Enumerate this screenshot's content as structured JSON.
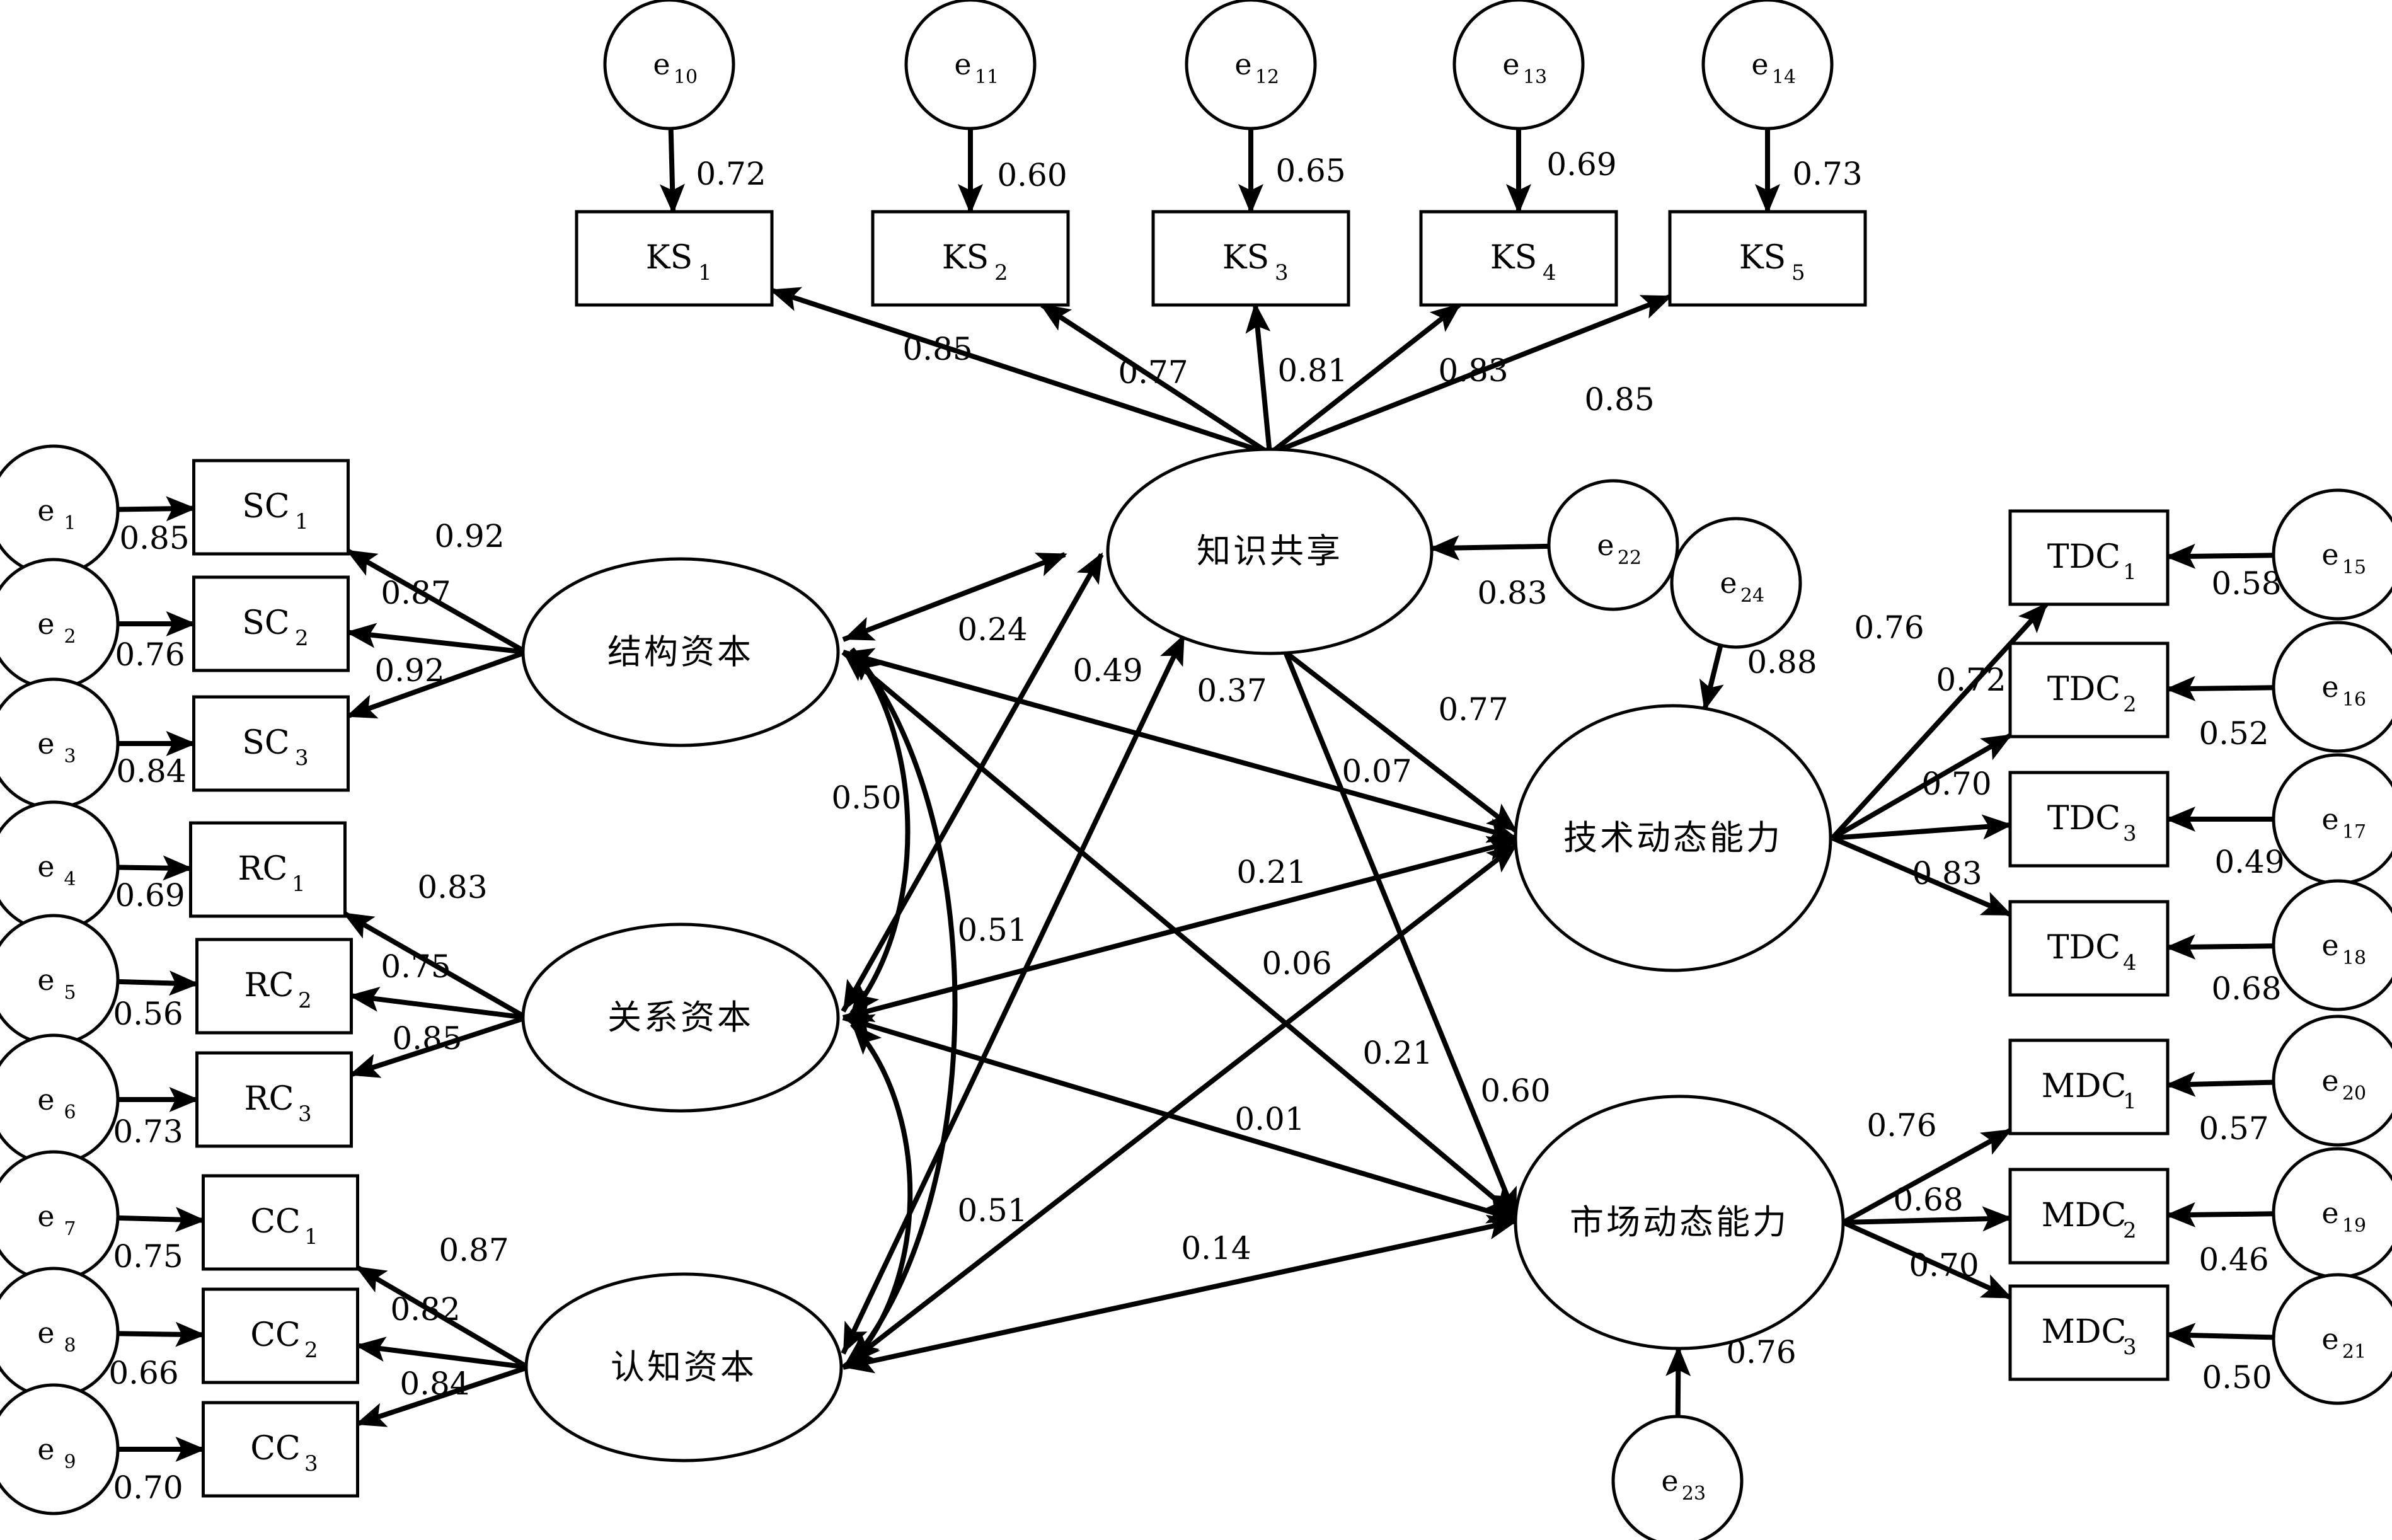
{
  "errors": [
    {
      "id": "e10",
      "base": "e",
      "sub": "10"
    },
    {
      "id": "e11",
      "base": "e",
      "sub": "11"
    },
    {
      "id": "e12",
      "base": "e",
      "sub": "12"
    },
    {
      "id": "e13",
      "base": "e",
      "sub": "13"
    },
    {
      "id": "e14",
      "base": "e",
      "sub": "14"
    },
    {
      "id": "e1",
      "base": "e",
      "sub": "1"
    },
    {
      "id": "e2",
      "base": "e",
      "sub": "2"
    },
    {
      "id": "e3",
      "base": "e",
      "sub": "3"
    },
    {
      "id": "e4",
      "base": "e",
      "sub": "4"
    },
    {
      "id": "e5",
      "base": "e",
      "sub": "5"
    },
    {
      "id": "e6",
      "base": "e",
      "sub": "6"
    },
    {
      "id": "e7",
      "base": "e",
      "sub": "7"
    },
    {
      "id": "e8",
      "base": "e",
      "sub": "8"
    },
    {
      "id": "e9",
      "base": "e",
      "sub": "9"
    },
    {
      "id": "e15",
      "base": "e",
      "sub": "15"
    },
    {
      "id": "e16",
      "base": "e",
      "sub": "16"
    },
    {
      "id": "e17",
      "base": "e",
      "sub": "17"
    },
    {
      "id": "e18",
      "base": "e",
      "sub": "18"
    },
    {
      "id": "e20",
      "base": "e",
      "sub": "20"
    },
    {
      "id": "e19",
      "base": "e",
      "sub": "19"
    },
    {
      "id": "e21",
      "base": "e",
      "sub": "21"
    },
    {
      "id": "e22",
      "base": "e",
      "sub": "22"
    },
    {
      "id": "e23",
      "base": "e",
      "sub": "23"
    },
    {
      "id": "e24",
      "base": "e",
      "sub": "24"
    }
  ],
  "observed": [
    {
      "id": "KS1",
      "base": "KS",
      "sub": "1"
    },
    {
      "id": "KS2",
      "base": "KS",
      "sub": "2"
    },
    {
      "id": "KS3",
      "base": "KS",
      "sub": "3"
    },
    {
      "id": "KS4",
      "base": "KS",
      "sub": "4"
    },
    {
      "id": "KS5",
      "base": "KS",
      "sub": "5"
    },
    {
      "id": "SC1",
      "base": "SC",
      "sub": "1"
    },
    {
      "id": "SC2",
      "base": "SC",
      "sub": "2"
    },
    {
      "id": "SC3",
      "base": "SC",
      "sub": "3"
    },
    {
      "id": "RC1",
      "base": "RC",
      "sub": "1"
    },
    {
      "id": "RC2",
      "base": "RC",
      "sub": "2"
    },
    {
      "id": "RC3",
      "base": "RC",
      "sub": "3"
    },
    {
      "id": "CC1",
      "base": "CC",
      "sub": "1"
    },
    {
      "id": "CC2",
      "base": "CC",
      "sub": "2"
    },
    {
      "id": "CC3",
      "base": "CC",
      "sub": "3"
    },
    {
      "id": "TDC1",
      "base": "TDC",
      "sub": "1"
    },
    {
      "id": "TDC2",
      "base": "TDC",
      "sub": "2"
    },
    {
      "id": "TDC3",
      "base": "TDC",
      "sub": "3"
    },
    {
      "id": "TDC4",
      "base": "TDC",
      "sub": "4"
    },
    {
      "id": "MDC1",
      "base": "MDC",
      "sub": "1"
    },
    {
      "id": "MDC2",
      "base": "MDC",
      "sub": "2"
    },
    {
      "id": "MDC3",
      "base": "MDC",
      "sub": "3"
    }
  ],
  "latent": [
    {
      "id": "ks",
      "label": "知识共享"
    },
    {
      "id": "sc",
      "label": "结构资本"
    },
    {
      "id": "rc",
      "label": "关系资本"
    },
    {
      "id": "cc",
      "label": "认知资本"
    },
    {
      "id": "tdc",
      "label": "技术动态能力"
    },
    {
      "id": "mdc",
      "label": "市场动态能力"
    }
  ],
  "error_loadings": [
    {
      "id": "err-e10",
      "from": "e10",
      "to": "KS1",
      "value": "0.72"
    },
    {
      "id": "err-e11",
      "from": "e11",
      "to": "KS2",
      "value": "0.60"
    },
    {
      "id": "err-e12",
      "from": "e12",
      "to": "KS3",
      "value": "0.65"
    },
    {
      "id": "err-e13",
      "from": "e13",
      "to": "KS4",
      "value": "0.69"
    },
    {
      "id": "err-e14",
      "from": "e14",
      "to": "KS5",
      "value": "0.73"
    },
    {
      "id": "err-e1",
      "from": "e1",
      "to": "SC1",
      "value": "0.85"
    },
    {
      "id": "err-e2",
      "from": "e2",
      "to": "SC2",
      "value": "0.76"
    },
    {
      "id": "err-e3",
      "from": "e3",
      "to": "SC3",
      "value": "0.84"
    },
    {
      "id": "err-e4",
      "from": "e4",
      "to": "RC1",
      "value": "0.69"
    },
    {
      "id": "err-e5",
      "from": "e5",
      "to": "RC2",
      "value": "0.56"
    },
    {
      "id": "err-e6",
      "from": "e6",
      "to": "RC3",
      "value": "0.73"
    },
    {
      "id": "err-e7",
      "from": "e7",
      "to": "CC1",
      "value": "0.75"
    },
    {
      "id": "err-e8",
      "from": "e8",
      "to": "CC2",
      "value": "0.66"
    },
    {
      "id": "err-e9",
      "from": "e9",
      "to": "CC3",
      "value": "0.70"
    },
    {
      "id": "err-e15",
      "from": "e15",
      "to": "TDC1",
      "value": "0.58"
    },
    {
      "id": "err-e16",
      "from": "e16",
      "to": "TDC2",
      "value": "0.52"
    },
    {
      "id": "err-e17",
      "from": "e17",
      "to": "TDC3",
      "value": "0.49"
    },
    {
      "id": "err-e18",
      "from": "e18",
      "to": "TDC4",
      "value": "0.68"
    },
    {
      "id": "err-e20",
      "from": "e20",
      "to": "MDC1",
      "value": "0.57"
    },
    {
      "id": "err-e19",
      "from": "e19",
      "to": "MDC2",
      "value": "0.46"
    },
    {
      "id": "err-e21",
      "from": "e21",
      "to": "MDC3",
      "value": "0.50"
    },
    {
      "id": "err-e22",
      "from": "e22",
      "to": "ks",
      "value": "0.83"
    },
    {
      "id": "err-e24",
      "from": "e24",
      "to": "tdc",
      "value": "0.88"
    },
    {
      "id": "err-e23",
      "from": "e23",
      "to": "mdc",
      "value": "0.76"
    }
  ],
  "factor_loadings": [
    {
      "id": "load-ks-KS1",
      "from": "ks",
      "to": "KS1",
      "value": "0.85"
    },
    {
      "id": "load-ks-KS2",
      "from": "ks",
      "to": "KS2",
      "value": "0.77"
    },
    {
      "id": "load-ks-KS3",
      "from": "ks",
      "to": "KS3",
      "value": "0.81"
    },
    {
      "id": "load-ks-KS4",
      "from": "ks",
      "to": "KS4",
      "value": "0.83"
    },
    {
      "id": "load-ks-KS5",
      "from": "ks",
      "to": "KS5",
      "value": "0.85"
    },
    {
      "id": "load-sc-SC1",
      "from": "sc",
      "to": "SC1",
      "value": "0.92"
    },
    {
      "id": "load-sc-SC2",
      "from": "sc",
      "to": "SC2",
      "value": "0.87"
    },
    {
      "id": "load-sc-SC3",
      "from": "sc",
      "to": "SC3",
      "value": "0.92"
    },
    {
      "id": "load-rc-RC1",
      "from": "rc",
      "to": "RC1",
      "value": "0.83"
    },
    {
      "id": "load-rc-RC2",
      "from": "rc",
      "to": "RC2",
      "value": "0.75"
    },
    {
      "id": "load-rc-RC3",
      "from": "rc",
      "to": "RC3",
      "value": "0.85"
    },
    {
      "id": "load-cc-CC1",
      "from": "cc",
      "to": "CC1",
      "value": "0.87"
    },
    {
      "id": "load-cc-CC2",
      "from": "cc",
      "to": "CC2",
      "value": "0.82"
    },
    {
      "id": "load-cc-CC3",
      "from": "cc",
      "to": "CC3",
      "value": "0.84"
    },
    {
      "id": "load-tdc-TDC1",
      "from": "tdc",
      "to": "TDC1",
      "value": "0.76"
    },
    {
      "id": "load-tdc-TDC2",
      "from": "tdc",
      "to": "TDC2",
      "value": "0.72"
    },
    {
      "id": "load-tdc-TDC3",
      "from": "tdc",
      "to": "TDC3",
      "value": "0.70"
    },
    {
      "id": "load-tdc-TDC4",
      "from": "tdc",
      "to": "TDC4",
      "value": "0.83"
    },
    {
      "id": "load-mdc-MDC1",
      "from": "mdc",
      "to": "MDC1",
      "value": "0.76"
    },
    {
      "id": "load-mdc-MDC2",
      "from": "mdc",
      "to": "MDC2",
      "value": "0.68"
    },
    {
      "id": "load-mdc-MDC3",
      "from": "mdc",
      "to": "MDC3",
      "value": "0.70"
    }
  ],
  "structural_paths": [
    {
      "id": "path-sc-ks",
      "from": "sc",
      "to": "ks",
      "value": "0.24"
    },
    {
      "id": "path-rc-ks",
      "from": "rc",
      "to": "ks",
      "value": "0.49"
    },
    {
      "id": "path-cc-ks",
      "from": "cc",
      "to": "ks",
      "value": "0.37"
    },
    {
      "id": "path-ks-tdc",
      "from": "ks",
      "to": "tdc",
      "value": "0.77"
    },
    {
      "id": "path-ks-mdc",
      "from": "ks",
      "to": "mdc",
      "value": "0.60"
    },
    {
      "id": "path-sc-tdc",
      "from": "sc",
      "to": "tdc",
      "value": "0.07"
    },
    {
      "id": "path-rc-tdc",
      "from": "rc",
      "to": "tdc",
      "value": "0.21"
    },
    {
      "id": "path-cc-tdc",
      "from": "cc",
      "to": "tdc",
      "value": "0.06"
    },
    {
      "id": "path-sc-mdc",
      "from": "sc",
      "to": "mdc",
      "value": "0.21"
    },
    {
      "id": "path-rc-mdc",
      "from": "rc",
      "to": "mdc",
      "value": "0.01"
    },
    {
      "id": "path-cc-mdc",
      "from": "cc",
      "to": "mdc",
      "value": "0.14"
    }
  ],
  "covariances": [
    {
      "id": "cov-sc-rc",
      "from": "sc",
      "to": "rc",
      "value": "0.50"
    },
    {
      "id": "cov-rc-cc",
      "from": "rc",
      "to": "cc",
      "value": "0.51"
    },
    {
      "id": "cov-sc-cc",
      "from": "sc",
      "to": "cc",
      "value": "0.51"
    }
  ]
}
